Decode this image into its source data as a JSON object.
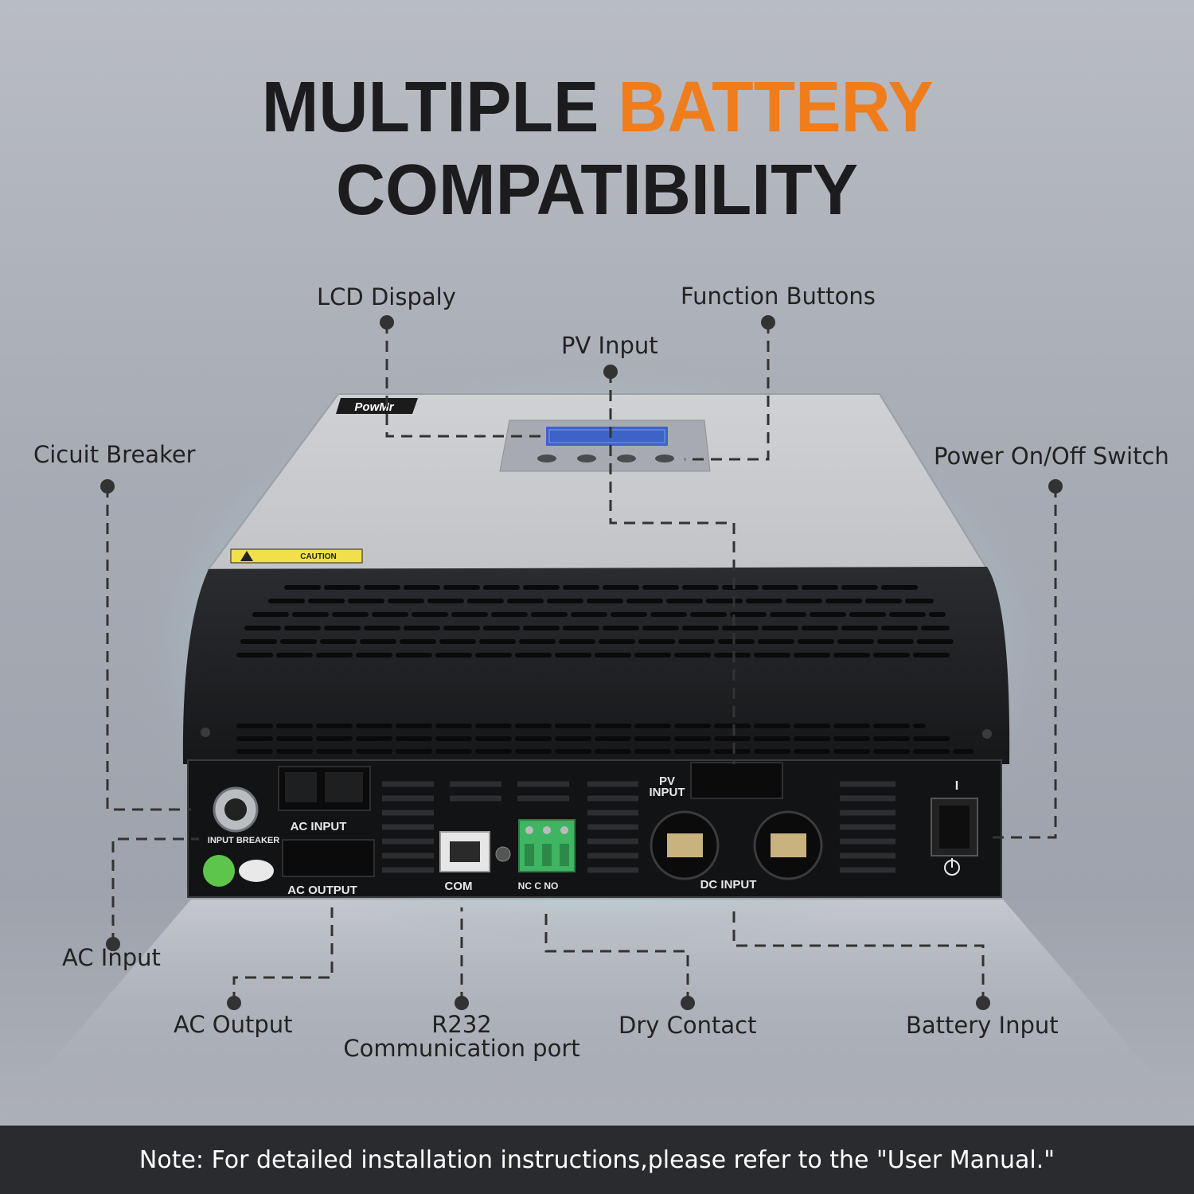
{
  "headline": {
    "part1": "MULTIPLE",
    "part2": "BATTERY",
    "part3": "COMPATIBILITY"
  },
  "colors": {
    "accent": "#f07d1c",
    "text": "#222222",
    "footer_bg": "#2a2b2e"
  },
  "callouts": {
    "lcd": "LCD Dispaly",
    "function_buttons": "Function Buttons",
    "pv_input": "PV Input",
    "circuit_breaker": "Cicuit Breaker",
    "power_switch": "Power On/Off Switch",
    "ac_input": "AC Input",
    "ac_output": "AC Output",
    "r232_line1": "R232",
    "r232_line2": "Communication port",
    "dry_contact": "Dry Contact",
    "battery_input": "Battery Input"
  },
  "device": {
    "brand": "PowMr",
    "caution": "CAUTION",
    "labels": {
      "ac_input": "AC  INPUT",
      "input_breaker": "INPUT  BREAKER",
      "ac_output": "AC  OUTPUT",
      "com": "COM",
      "dry_contact": "NC  C  NO",
      "pv_input_1": "PV",
      "pv_input_2": "INPUT",
      "dc_input": "DC   INPUT",
      "switch_on": "I"
    }
  },
  "footer": {
    "note": "Note: For detailed installation instructions,please refer to the \"User Manual.\""
  }
}
